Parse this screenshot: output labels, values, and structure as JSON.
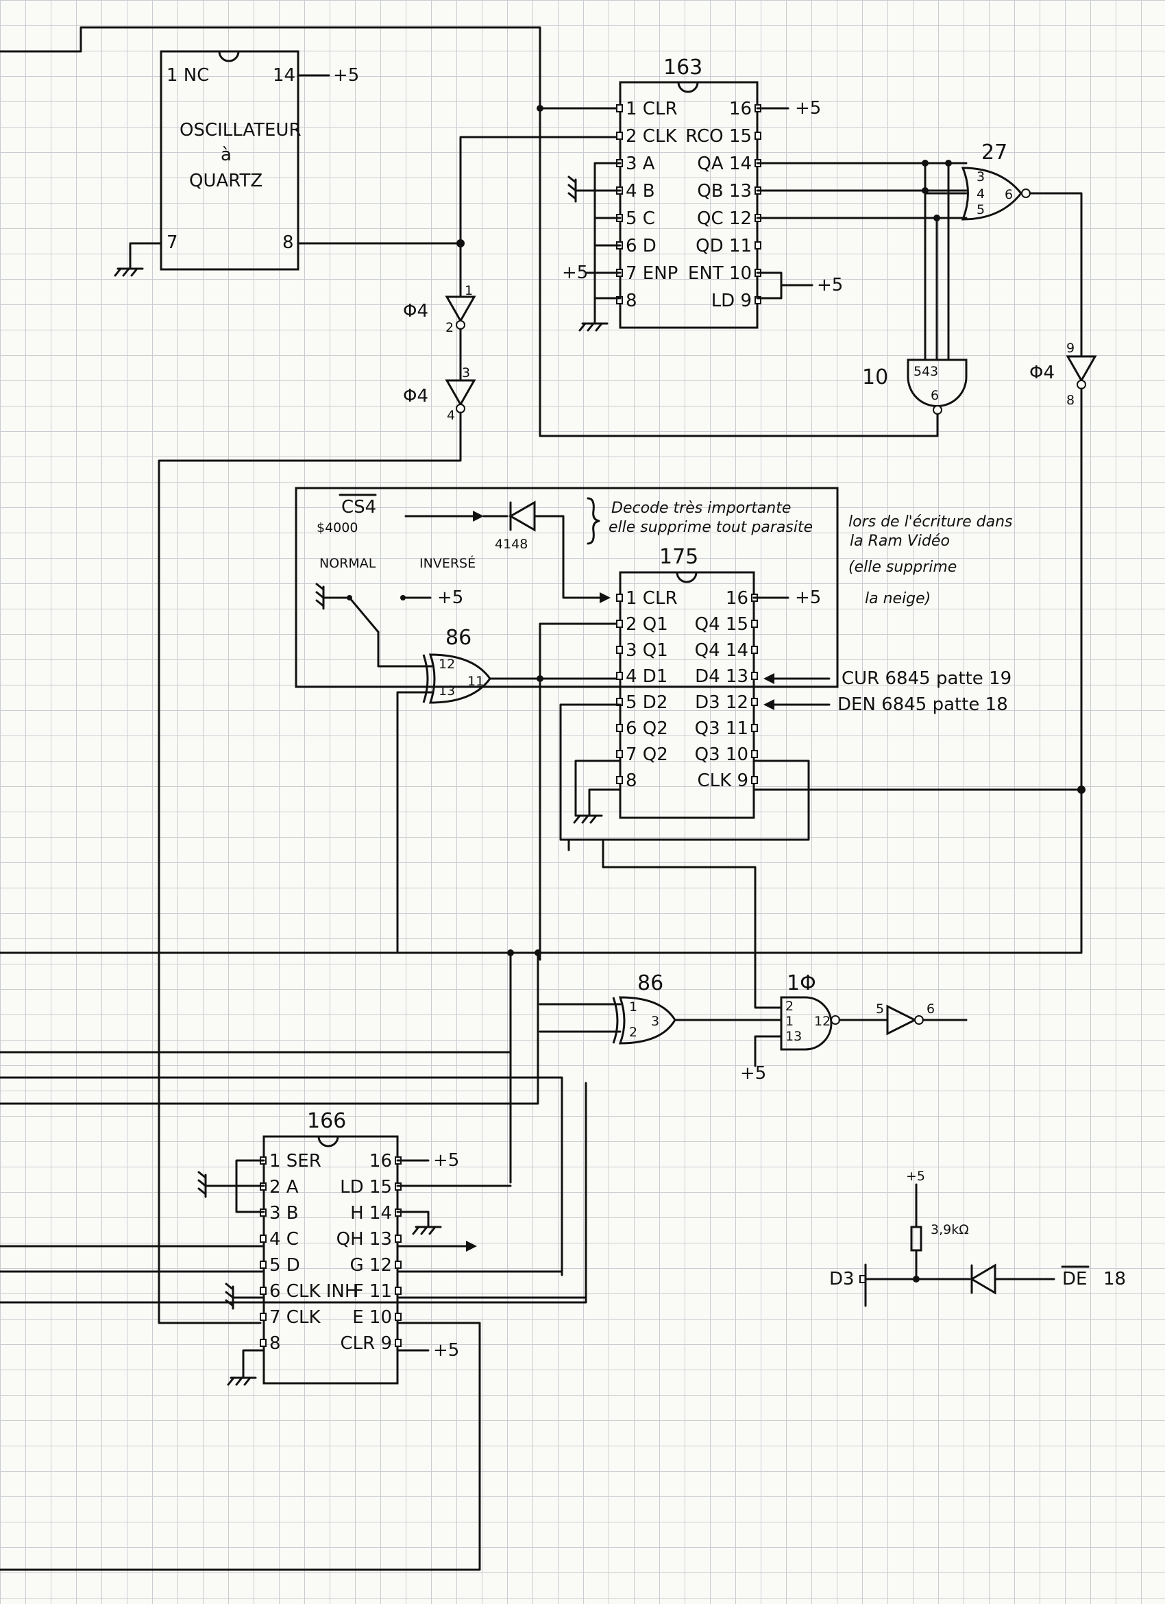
{
  "osc": {
    "title1": "OSCILLATEUR",
    "title2": "à",
    "title3": "QUARTZ",
    "pin1": "1 NC",
    "pin14": "14",
    "vcc": "+5",
    "pin7": "7",
    "pin8": "8"
  },
  "ic163": {
    "number": "163",
    "left": [
      "1 CLR",
      "2 CLK",
      "3 A",
      "4 B",
      "5 C",
      "6 D",
      "7 ENP",
      "8"
    ],
    "right": [
      "16",
      "RCO 15",
      "QA 14",
      "QB 13",
      "QC 12",
      "QD 11",
      "ENT 10",
      "LD 9"
    ],
    "vcc16": "+5",
    "enp_vcc": "+5",
    "ent_vcc": "+5"
  },
  "gate27": {
    "number": "27",
    "pins": [
      "3",
      "4",
      "5",
      "6"
    ]
  },
  "gate10_top": {
    "number": "10",
    "pins": "543",
    "out": "6"
  },
  "inv_a": {
    "label": "Φ4",
    "in": "1",
    "out": "2"
  },
  "inv_b": {
    "label": "Φ4",
    "in": "3",
    "out": "4"
  },
  "inv_c": {
    "label": "Φ4",
    "in": "9",
    "out": "8"
  },
  "cs": {
    "label": "CS4",
    "addr": "$4000",
    "diode": "4148",
    "note1": "Decode très importante",
    "note2": "elle supprime tout parasite",
    "note3": "lors de l'écriture dans",
    "note4": "la Ram Vidéo",
    "note5": "(elle supprime",
    "note6": "la neige)"
  },
  "switch": {
    "normal": "NORMAL",
    "inverse": "INVERSÉ",
    "vcc": "+5"
  },
  "xor86_top": {
    "number": "86",
    "in1": "12",
    "in2": "13",
    "out": "11"
  },
  "ic175": {
    "number": "175",
    "left": [
      "1 CLR",
      "2 Q1",
      "3 Q1",
      "4 D1",
      "5 D2",
      "6 Q2",
      "7 Q2",
      "8"
    ],
    "right": [
      "16",
      "Q4 15",
      "Q4 14",
      "D4 13",
      "D3 12",
      "Q3 11",
      "Q3 10",
      "CLK 9"
    ],
    "vcc": "+5",
    "cur": "CUR 6845 patte 19",
    "den": "DEN 6845 patte 18"
  },
  "xor86_bot": {
    "number": "86",
    "in1": "1",
    "in2": "2",
    "out": "3"
  },
  "nand10_bot": {
    "number": "1Φ",
    "p2": "2",
    "p1": "1",
    "p13": "13",
    "p12": "12",
    "vcc": "+5"
  },
  "inv_d": {
    "in": "5",
    "out": "6"
  },
  "ic166": {
    "number": "166",
    "left": [
      "1 SER",
      "2 A",
      "3 B",
      "4 C",
      "5 D",
      "6 CLK INH",
      "7 CLK",
      "8"
    ],
    "right": [
      "16",
      "LD 15",
      "H 14",
      "QH 13",
      "G 12",
      "F 11",
      "E 10",
      "CLR 9"
    ],
    "vcc16": "+5",
    "vcc9": "+5"
  },
  "de_circuit": {
    "vcc": "+5",
    "resistor": "3,9kΩ",
    "d3": "D3",
    "de": "DE",
    "pin": "18"
  }
}
